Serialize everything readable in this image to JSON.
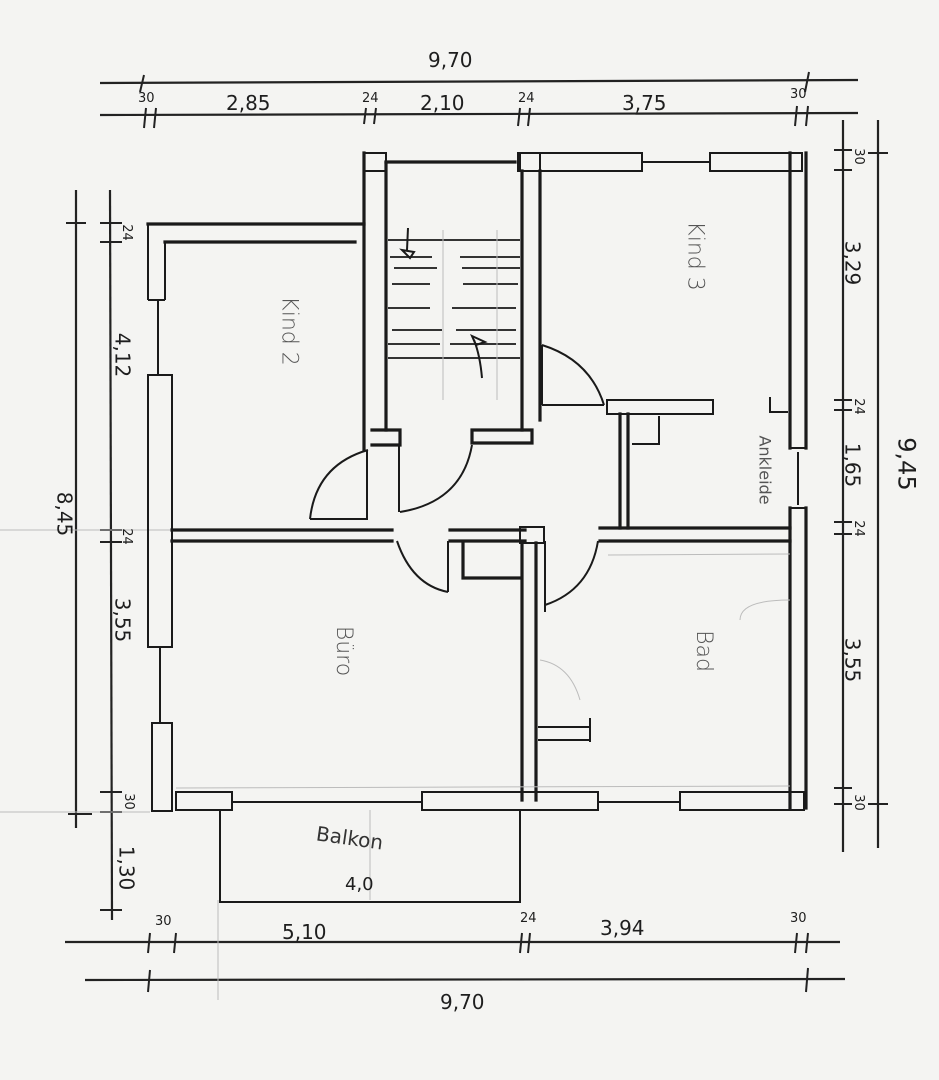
{
  "drawing": {
    "type": "hand-drawn floor plan",
    "paper_color": "#f4f4f2",
    "ink_color": "#1a1a1a"
  },
  "rooms": {
    "kind2": "Kind 2",
    "kind3": "Kind 3",
    "buero": "Büro",
    "bad": "Bad",
    "ankleide": "Ankleide",
    "balkon": "Balkon",
    "balkon_width": "4,0"
  },
  "dimensions": {
    "top": {
      "total": "9,70",
      "segments": [
        "30",
        "2,85",
        "24",
        "2,10",
        "24",
        "3,75",
        "30"
      ]
    },
    "bottom": {
      "total": "9,70",
      "segments": [
        "30",
        "5,10",
        "24",
        "3,94",
        "30"
      ]
    },
    "left": {
      "total": "8,45",
      "segments": [
        "24",
        "4,12",
        "24",
        "3,55",
        "30",
        "1,30"
      ]
    },
    "right": {
      "total": "9,45",
      "segments": [
        "30",
        "3,29",
        "24",
        "1,65",
        "24",
        "3,55",
        "30"
      ]
    }
  }
}
